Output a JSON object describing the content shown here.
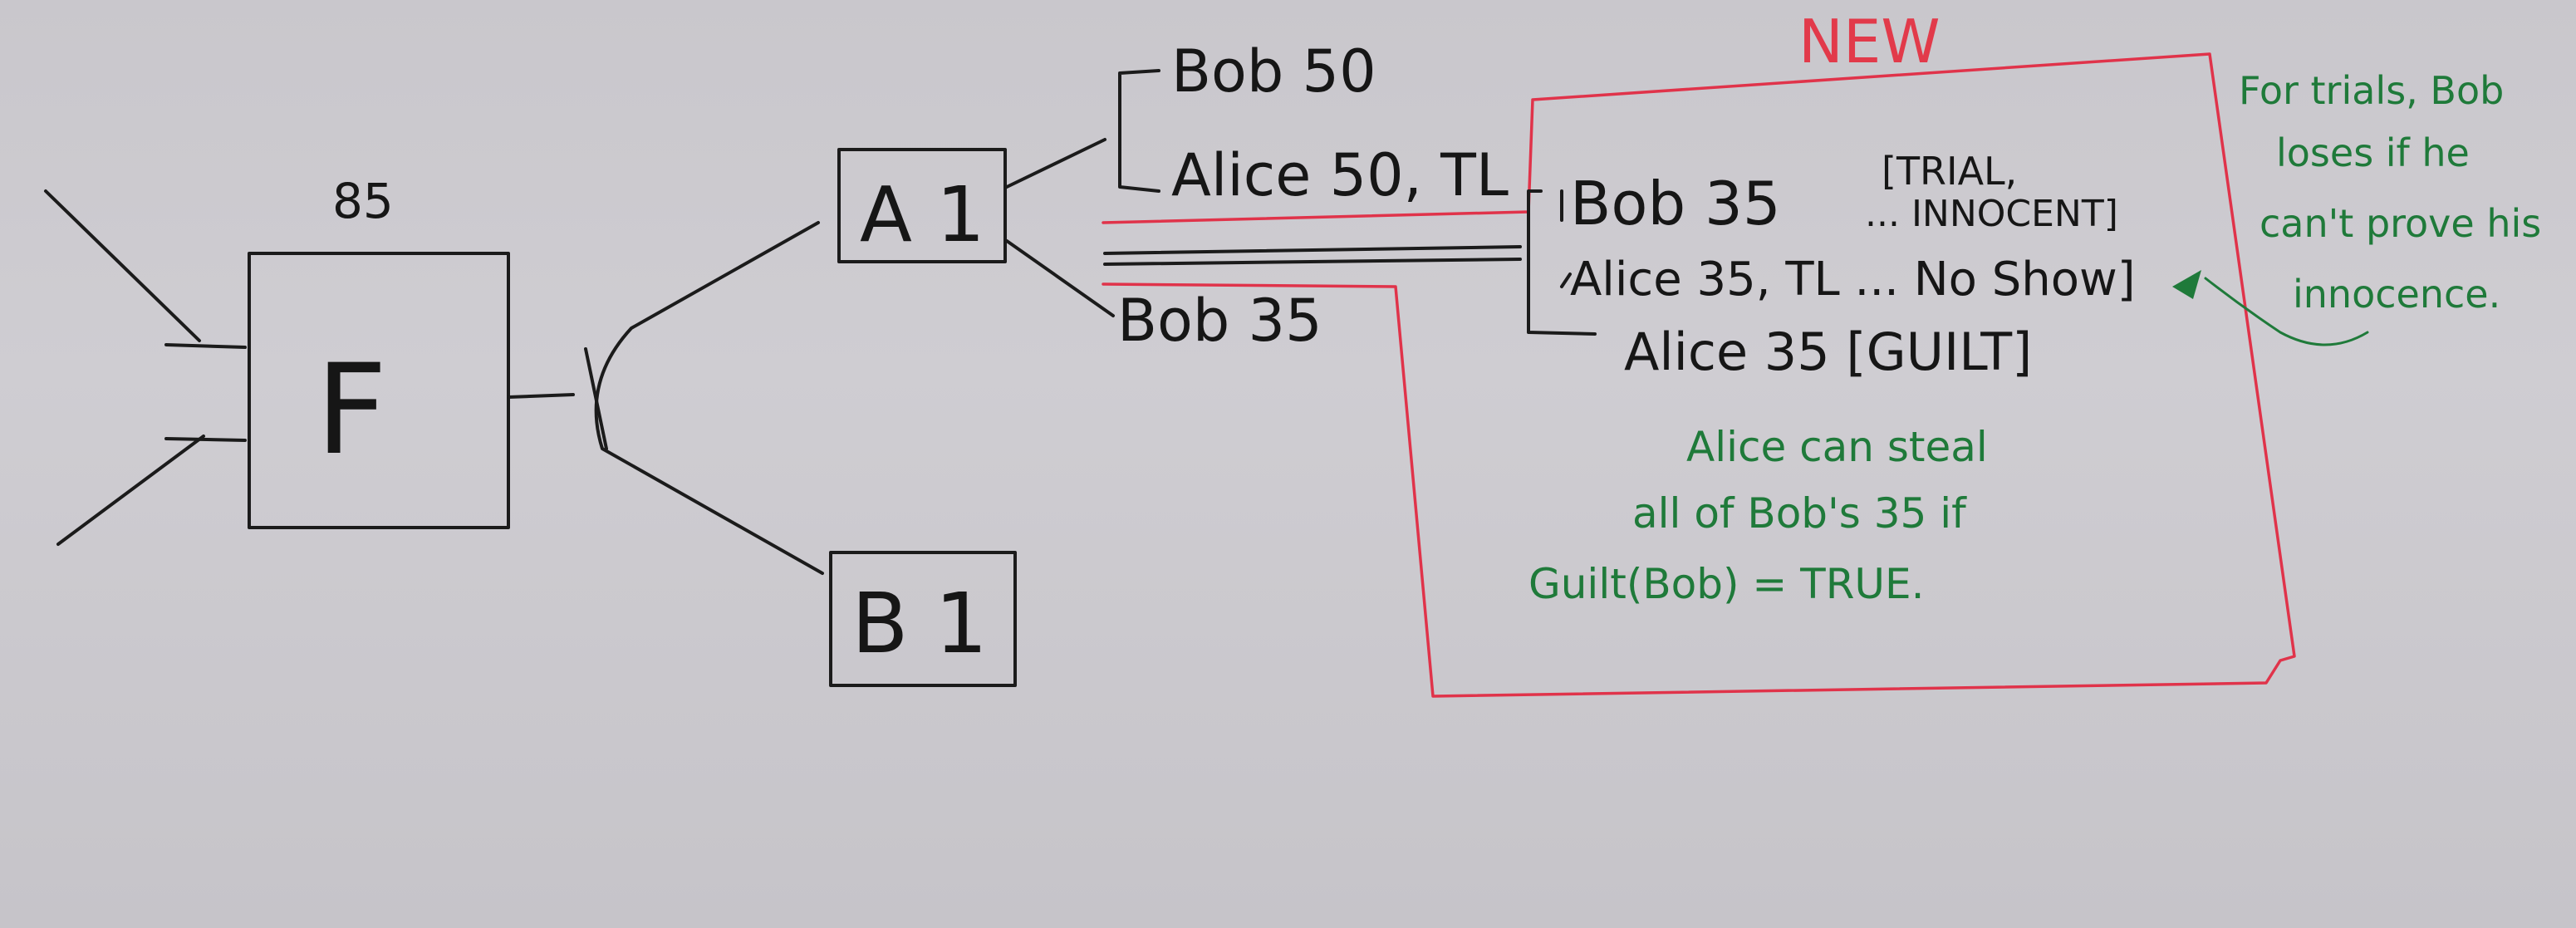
{
  "nodes": {
    "f_value": "85",
    "f_label": "F",
    "a1_label": "A 1",
    "b1_label": "B 1"
  },
  "a1_outputs": {
    "bob": "Bob 50",
    "alice": "Alice 50, TL",
    "bob_lower": "Bob 35"
  },
  "new_section": {
    "heading": "NEW",
    "bob_line": "Bob 35",
    "trial_tag": "[TRIAL,",
    "innocent_tag": "... INNOCENT]",
    "alice_line": "Alice 35, TL ... No Show]",
    "alice_guilt": "Alice 35  [GUILT]"
  },
  "notes": {
    "steal": [
      "Alice can steal",
      "all of Bob's 35 if",
      "Guilt(Bob) = TRUE."
    ],
    "trials": [
      "For trials, Bob",
      "loses if he",
      "can't prove his",
      "innocence."
    ]
  },
  "colors": {
    "ink": "#161616",
    "red": "#e0334a",
    "green": "#1f7a3a",
    "board": "#cbc9ce"
  }
}
